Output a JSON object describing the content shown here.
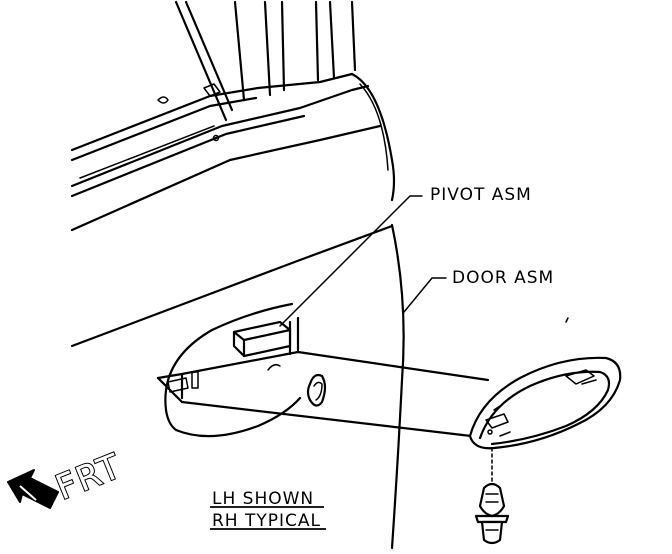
{
  "labels": {
    "pivot_asm": "PIVOT ASM",
    "door_asm": "DOOR ASM",
    "frt": "FRT",
    "lh_shown": "LH SHOWN",
    "rh_typical": "RH TYPICAL"
  },
  "icons": {
    "direction_arrow": "front-direction-arrow-icon"
  }
}
